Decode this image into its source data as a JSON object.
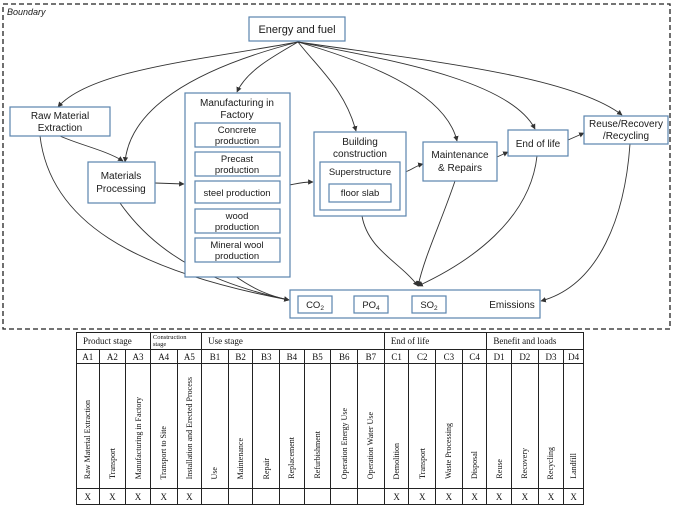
{
  "diagram": {
    "boundary_label": "Boundary",
    "energy": "Energy and fuel",
    "raw_material": [
      "Raw Material",
      "Extraction"
    ],
    "materials_processing": [
      "Materials",
      "Processing"
    ],
    "manufacturing": {
      "title": [
        "Manufacturing in",
        "Factory"
      ],
      "items": [
        [
          "Concrete",
          "production"
        ],
        [
          "Precast",
          "production"
        ],
        [
          "steel production"
        ],
        [
          "wood",
          "production"
        ],
        [
          "Mineral wool",
          "production"
        ]
      ]
    },
    "building": {
      "title": [
        "Building",
        "construction"
      ],
      "superstructure": "Superstructure",
      "floor_slab": "floor slab"
    },
    "maintenance": [
      "Maintenance",
      "& Repairs"
    ],
    "end_of_life": "End of life",
    "reuse": [
      "Reuse/Recovery",
      "/Recycling"
    ],
    "emissions": {
      "co2": {
        "base": "CO",
        "sub": "2"
      },
      "po4": {
        "base": "PO",
        "sub": "4"
      },
      "so2": {
        "base": "SO",
        "sub": "2"
      },
      "label": "Emissions"
    }
  },
  "table": {
    "stages": [
      {
        "label": "Product stage",
        "span": 3
      },
      {
        "label": "Construction stage",
        "span": 2
      },
      {
        "label": "Use stage",
        "span": 7
      },
      {
        "label": "End of life",
        "span": 4
      },
      {
        "label": "Benefit and loads",
        "span": 4
      }
    ],
    "modules": [
      {
        "code": "A1",
        "name": "Raw Material Extraction",
        "mark": "X"
      },
      {
        "code": "A2",
        "name": "Transport",
        "mark": "X"
      },
      {
        "code": "A3",
        "name": "Manufacturing in Factory",
        "mark": "X"
      },
      {
        "code": "A4",
        "name": "Transport to Site",
        "mark": "X"
      },
      {
        "code": "A5",
        "name": "Installation and Erected Process",
        "mark": "X"
      },
      {
        "code": "B1",
        "name": "Use",
        "mark": ""
      },
      {
        "code": "B2",
        "name": "Maintenance",
        "mark": ""
      },
      {
        "code": "B3",
        "name": "Repair",
        "mark": ""
      },
      {
        "code": "B4",
        "name": "Replacement",
        "mark": ""
      },
      {
        "code": "B5",
        "name": "Refurbishment",
        "mark": ""
      },
      {
        "code": "B6",
        "name": "Operation Energy Use",
        "mark": ""
      },
      {
        "code": "B7",
        "name": "Operation Water Use",
        "mark": ""
      },
      {
        "code": "C1",
        "name": "Demolition",
        "mark": "X"
      },
      {
        "code": "C2",
        "name": "Transport",
        "mark": "X"
      },
      {
        "code": "C3",
        "name": "Waste Processing",
        "mark": "X"
      },
      {
        "code": "C4",
        "name": "Disposal",
        "mark": "X"
      },
      {
        "code": "D1",
        "name": "Reuse",
        "mark": "X"
      },
      {
        "code": "D2",
        "name": "Recovery",
        "mark": "X"
      },
      {
        "code": "D3",
        "name": "Recycling",
        "mark": "X"
      },
      {
        "code": "D4",
        "name": "Landfill",
        "mark": "X"
      }
    ]
  }
}
